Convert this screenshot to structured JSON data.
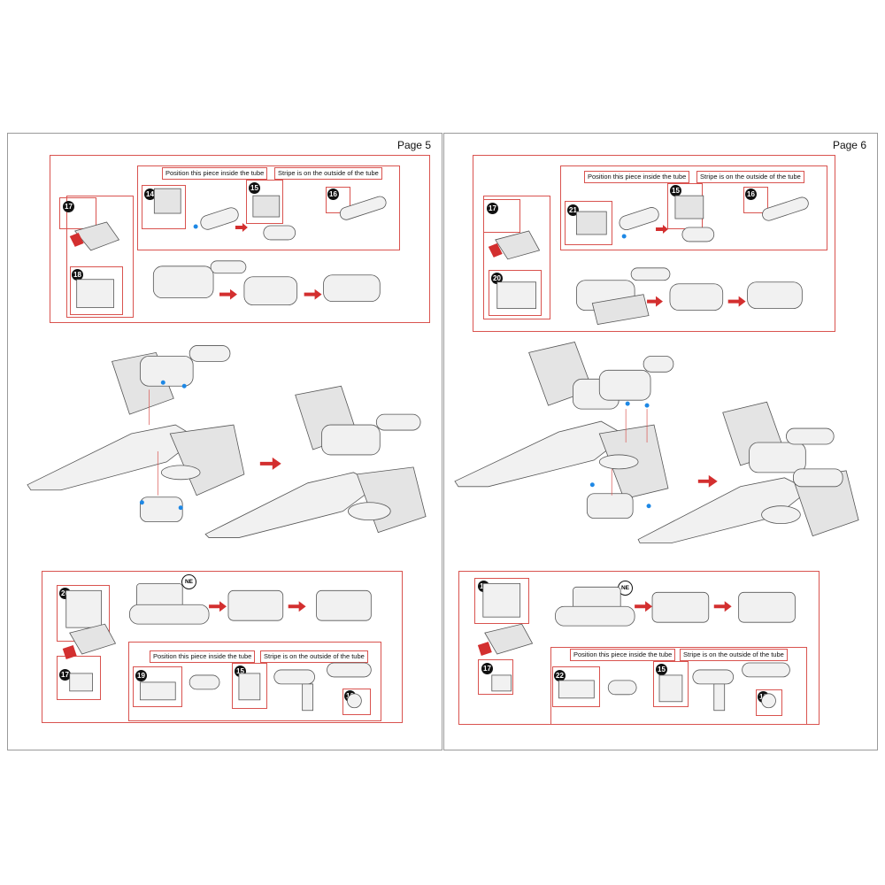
{
  "pages": [
    {
      "id": "left",
      "page_label": "Page 5",
      "top_block": {
        "note_inside": "Position this piece inside the tube",
        "note_stripe": "Stripe is on the outside of the tube",
        "steps": [
          "14",
          "15",
          "16"
        ],
        "side_steps": [
          "17",
          "18"
        ]
      },
      "bottom_block": {
        "note_inside": "Position this piece inside the tube",
        "note_stripe": "Stripe is on the outside of the tube",
        "steps": [
          "19",
          "15",
          "16"
        ],
        "side_steps": [
          "20",
          "17"
        ],
        "badge": "NE"
      }
    },
    {
      "id": "right",
      "page_label": "Page 6",
      "top_block": {
        "note_inside": "Position this piece inside the tube",
        "note_stripe": "Stripe is on the outside of the tube",
        "steps": [
          "21",
          "15",
          "16"
        ],
        "side_steps": [
          "17",
          "20"
        ]
      },
      "bottom_block": {
        "note_inside": "Position this piece inside the tube",
        "note_stripe": "Stripe is on the outside of the tube",
        "steps": [
          "22",
          "15",
          "16"
        ],
        "side_steps": [
          "18",
          "17"
        ],
        "badge": "NE"
      }
    }
  ],
  "colors": {
    "accent_red": "#d32f2f",
    "outline_red": "#d9534f",
    "marker_blue": "#1e88e5",
    "marker_green": "#7cb342"
  },
  "icons": [
    "step-number-badge",
    "arrow-right-icon",
    "tube-part-icon",
    "x-wing-model-icon"
  ]
}
